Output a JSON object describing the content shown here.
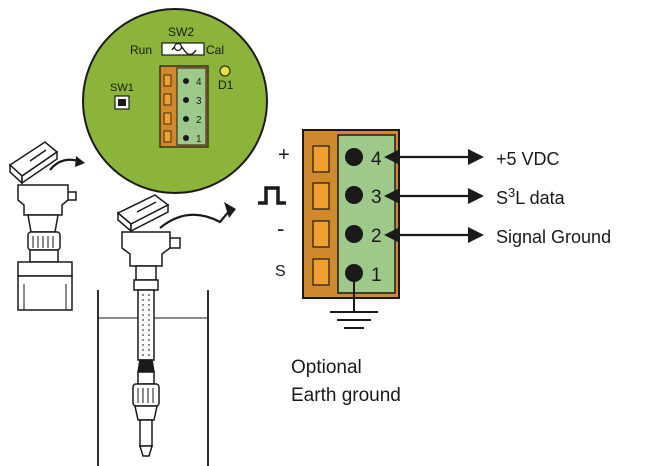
{
  "board": {
    "sw2_label": "SW2",
    "run_label": "Run",
    "cal_label": "Cal",
    "sw1_label": "SW1",
    "d1_label": "D1",
    "terminal_numbers": [
      "4",
      "3",
      "2",
      "1"
    ]
  },
  "terminal_block": {
    "pins": [
      {
        "number": "4",
        "side_symbol": "+",
        "signal": "+5 VDC"
      },
      {
        "number": "3",
        "side_symbol": "",
        "signal_prefix": "S",
        "signal_sup": "3",
        "signal_suffix": "L data"
      },
      {
        "number": "2",
        "side_symbol": "-",
        "signal": "Signal Ground"
      },
      {
        "number": "1",
        "side_symbol": "S",
        "signal": ""
      }
    ]
  },
  "earth": {
    "line1": "Optional",
    "line2": "Earth ground"
  },
  "colors": {
    "board_green": "#8cb33a",
    "terminal_orange": "#d08a2c",
    "terminal_green": "#9ec98a",
    "pad_orange": "#f0a030",
    "led_yellow": "#e8e040",
    "ink": "#1a1a1a"
  }
}
